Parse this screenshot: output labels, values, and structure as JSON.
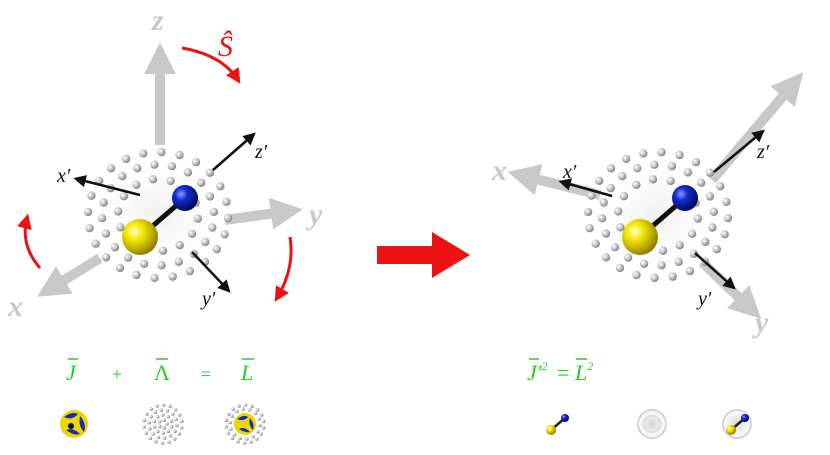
{
  "left_panel": {
    "axes": {
      "z": "z",
      "y": "y",
      "x": "x"
    },
    "body_axes": {
      "x_prime": "x′",
      "y_prime": "y′",
      "z_prime": "z′"
    },
    "operator_label": "Ŝ"
  },
  "right_panel": {
    "axes": {
      "x": "x",
      "y": "y"
    },
    "body_axes": {
      "x_prime": "x′",
      "y_prime": "y′",
      "z_prime": "z′"
    }
  },
  "equations": {
    "left": {
      "J": "J",
      "plus": "+",
      "Lambda": "Λ",
      "equals": "=",
      "L": "L"
    },
    "right": {
      "lhs": "J′",
      "lhs_exp": "2",
      "equals": "=",
      "rhs": "L",
      "rhs_exp": "2"
    }
  },
  "colors": {
    "axis_gray": "#c8c8c8",
    "operator_red": "#ee1111",
    "equation_green": "#22cc22",
    "atom_yellow": "#e8d800",
    "atom_blue": "#1020c0"
  }
}
